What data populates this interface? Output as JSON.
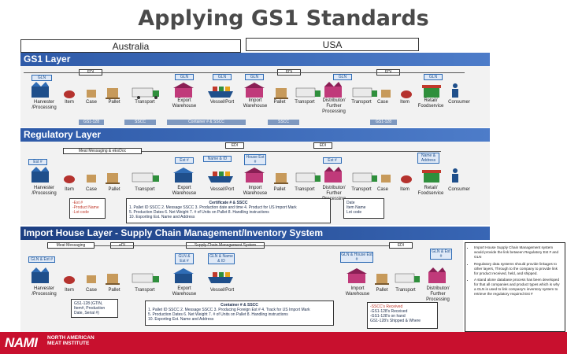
{
  "title": "Applying GS1 Standards",
  "countries": {
    "left": "Australia",
    "right": "USA"
  },
  "layers": {
    "gs1": "GS1 Layer",
    "regulatory": "Regulatory Layer",
    "import": "Import House Layer - Supply Chain Management/Inventory System"
  },
  "row1": {
    "stages": [
      "Harvester /Processing",
      "Item",
      "Case",
      "Pallet",
      "Transport",
      "Export Warehouse",
      "Vessel/Port",
      "Import Warehouse",
      "Pallet",
      "Transport",
      "Distributor/ Further Processing",
      "Transport",
      "Case",
      "Item",
      "Retail/ Foodservice",
      "Consumer"
    ],
    "top_boxes": [
      "GLN",
      "EDI",
      "GLN",
      "GLN",
      "GLN",
      "EDI",
      "GLN",
      "EDI",
      "GLN"
    ],
    "bottom_bars": [
      "GS1-128",
      "SSCC",
      "Container # & SSCC",
      "SSCC",
      "GS1-128"
    ]
  },
  "row2": {
    "stages": [
      "Harvester /Processing",
      "Item",
      "Case",
      "Pallet",
      "Transport",
      "Export Warehouse",
      "Vessel/Port",
      "Import Warehouse",
      "Pallet",
      "Transport",
      "Distributor/ Further Processing",
      "Transport",
      "Case",
      "Item",
      "Retail/ Foodservice",
      "Consumer"
    ],
    "header_left": "Meat Messaging & eExDoc",
    "header_mid": "EDI",
    "header_right": "EDI",
    "boxes": [
      "Est #",
      "Est #",
      "Name & ID",
      "House Est #",
      "Est #",
      "Name & Address"
    ],
    "left_note": [
      "-Est #",
      "-Product Name",
      "-Lot code"
    ],
    "cert_title": "Certificate # & SSCC",
    "cert_lines": [
      "1. Pallet ID SSCC  2. Message SSCC  3. Production date and time  4. Product for US Import Mark",
      "5. Production Dates  6. Net Weight  7. # of Units on Pallet  8. Handling instructions",
      "10. Exporting Est. Name and Address"
    ],
    "right_note": [
      "Date",
      "Item Name",
      "Lot code"
    ]
  },
  "row3": {
    "stages": [
      "Harvester /Processing",
      "Item",
      "Case",
      "Pallet",
      "Transport",
      "Export Warehouse",
      "Vessel/Port",
      "Import Warehouse",
      "Pallet",
      "Transport",
      "Distributor/ Further Processing"
    ],
    "header_left": "Meat Messaging",
    "header_mid": "eDI",
    "header_sys": "Supply Chain Management System",
    "header_right": "EDI",
    "boxes": [
      "GLN & Est #",
      "GLN & Est #",
      "GLN & Name & ID",
      "GLN & House Est #",
      "GLN & Est #"
    ],
    "left_note": [
      "GS1-128 (GTIN,",
      "Item#, Production",
      "Date, Serial #)"
    ],
    "cert_title": "Container # & SSCC",
    "cert_lines": [
      "1. Pallet ID SSCC  2. Message SSCC  3. Producing Foreign Est #  4. Track for US Import Mark",
      "5. Production Dates  6. Net Weight  7. # of Units on Pallet  8. Handling instructions",
      "10. Exporting Est. Name and Address"
    ],
    "received": [
      "-SSCC's Received",
      "-GS1-128's Received",
      "-GS1-128's on hand",
      "GS1-128's Shipped & Where"
    ]
  },
  "side_notes": [
    "Import House Supply Chain Management system would provide the link between Regulatory Est # and GLN",
    "Regulatory data systems should provide linkages to other layers, Through to the company to provide link for product received, held, and shipped.",
    "A stand alone database process has been developed for that all companies and product types which is why a GLN is used to link company's inventory system to retrieve the regulatory required Est #"
  ],
  "footer": {
    "logo": "NAMI",
    "org_line1": "NORTH AMERICAN",
    "org_line2": "MEAT INSTITUTE"
  },
  "colors": {
    "band": "#2e5aa8",
    "footer": "#c8102e",
    "panel": "#f2f2f2"
  }
}
